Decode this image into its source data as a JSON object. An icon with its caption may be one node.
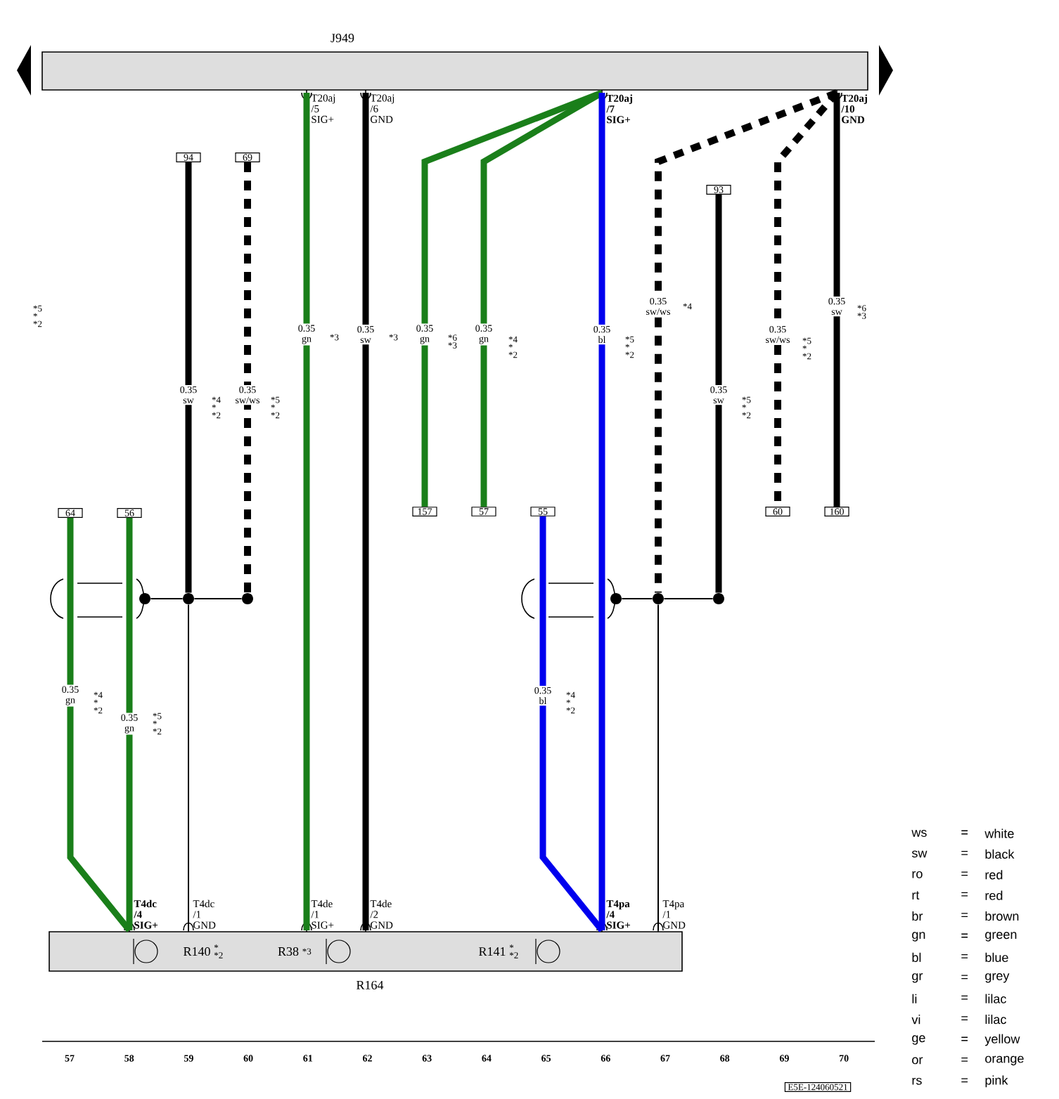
{
  "diagram": {
    "nodes": [
      {
        "text": [
          "J949"
        ]
      },
      {
        "text": [
          "R164"
        ]
      },
      {
        "text": [
          "R140",
          "* *2"
        ],
        "in": 1
      },
      {
        "text": [
          "R38",
          "*3"
        ],
        "in": 1
      },
      {
        "text": [
          "R141",
          "* *2"
        ],
        "in": 1
      },
      {
        "text": [
          "T20aj /5 SIG+"
        ]
      },
      {
        "text": [
          "T20aj /6 GND"
        ]
      },
      {
        "text": [
          "T20aj /7 SIG+"
        ]
      },
      {
        "text": [
          "T20aj /10 GND"
        ]
      },
      {
        "text": [
          "94"
        ]
      },
      {
        "text": [
          "69"
        ]
      },
      {
        "text": [
          "93"
        ]
      },
      {
        "text": [
          "64"
        ]
      },
      {
        "text": [
          "56"
        ]
      },
      {
        "text": [
          "157"
        ]
      },
      {
        "text": [
          "57"
        ]
      },
      {
        "text": [
          "55"
        ]
      },
      {
        "text": [
          "60"
        ]
      },
      {
        "text": [
          "160"
        ]
      },
      {
        "text": [],
        "shape": "circle"
      },
      {
        "text": [],
        "shape": "circle"
      },
      {
        "text": [],
        "shape": "circle"
      },
      {
        "text": [],
        "shape": "circle"
      },
      {
        "text": [],
        "shape": "circle"
      },
      {
        "text": [],
        "shape": "circle"
      },
      {
        "text": [
          "T4dc /4 SIG+"
        ]
      },
      {
        "text": [
          "T4dc /1 GND"
        ]
      },
      {
        "text": [
          "T4de /1 SIG+"
        ]
      },
      {
        "text": [
          "T4de /2 GND"
        ]
      },
      {
        "text": [
          "T4pa /4 SIG+"
        ]
      },
      {
        "text": [
          "T4pa /1 GND"
        ]
      }
    ],
    "edges": [
      {
        "from": 9,
        "to": 20,
        "arrow": "none",
        "label": "0.35 sw"
      },
      {
        "from": 10,
        "to": 21,
        "arrow": "none",
        "label": "0.35 sw/ws",
        "style": "dashed"
      },
      {
        "from": 5,
        "to": 27,
        "arrow": "none",
        "label": "0.35 gn",
        "color": "#1a7f1a"
      },
      {
        "from": 6,
        "to": 28,
        "arrow": "none",
        "label": "0.35 sw"
      },
      {
        "from": 7,
        "to": 14,
        "arrow": "none",
        "label": "0.35 gn",
        "color": "#1a7f1a"
      },
      {
        "from": 7,
        "to": 15,
        "arrow": "none",
        "label": "0.35 gn",
        "color": "#1a7f1a"
      },
      {
        "from": 7,
        "to": 29,
        "arrow": "none",
        "label": "0.35 bl",
        "color": "#0000ee"
      },
      {
        "from": 8,
        "to": 23,
        "arrow": "none",
        "label": "0.35 sw/ws",
        "style": "dashed"
      },
      {
        "from": 11,
        "to": 24,
        "arrow": "none",
        "label": "0.35 sw"
      },
      {
        "from": 8,
        "to": 17,
        "arrow": "none",
        "label": "0.35 sw/ws",
        "style": "dashed"
      },
      {
        "from": 8,
        "to": 18,
        "arrow": "none",
        "label": "0.35 sw"
      },
      {
        "from": 12,
        "to": 25,
        "arrow": "none",
        "label": "0.35 gn",
        "color": "#1a7f1a"
      },
      {
        "from": 13,
        "to": 25,
        "arrow": "none",
        "label": "0.35 gn",
        "color": "#1a7f1a"
      },
      {
        "from": 16,
        "to": 29,
        "arrow": "none",
        "label": "0.35 bl",
        "color": "#0000ee"
      },
      {
        "from": 19,
        "to": 20,
        "arrow": "none"
      },
      {
        "from": 20,
        "to": 21,
        "arrow": "none"
      },
      {
        "from": 20,
        "to": 26,
        "arrow": "none"
      },
      {
        "from": 22,
        "to": 23,
        "arrow": "none"
      },
      {
        "from": 23,
        "to": 24,
        "arrow": "none"
      },
      {
        "from": 23,
        "to": 30,
        "arrow": "none"
      }
    ],
    "labels": [
      "*5 * *2",
      "*3",
      "*3",
      "*6 *3",
      "*4 * *2",
      "*5 * *2",
      "*4",
      "*5 * *2",
      "*6 *3",
      "*4 * *2",
      "*5 * *2",
      "*5 * *2",
      "*4 * *2",
      "*5 * *2",
      "*4 * *2",
      "57",
      "58",
      "59",
      "60",
      "61",
      "62",
      "63",
      "64",
      "65",
      "66",
      "67",
      "68",
      "69",
      "70",
      "E5E-124060521",
      "ws",
      "=",
      "white",
      "sw",
      "=",
      "black",
      "ro",
      "=",
      "red",
      "rt",
      "=",
      "red",
      "br",
      "=",
      "brown",
      "gn",
      "=",
      "green",
      "bl",
      "=",
      "blue",
      "gr",
      "=",
      "grey",
      "li",
      "=",
      "lilac",
      "vi",
      "=",
      "lilac",
      "ge",
      "=",
      "yellow",
      "or",
      "=",
      "orange",
      "rs",
      "=",
      "pink"
    ]
  }
}
